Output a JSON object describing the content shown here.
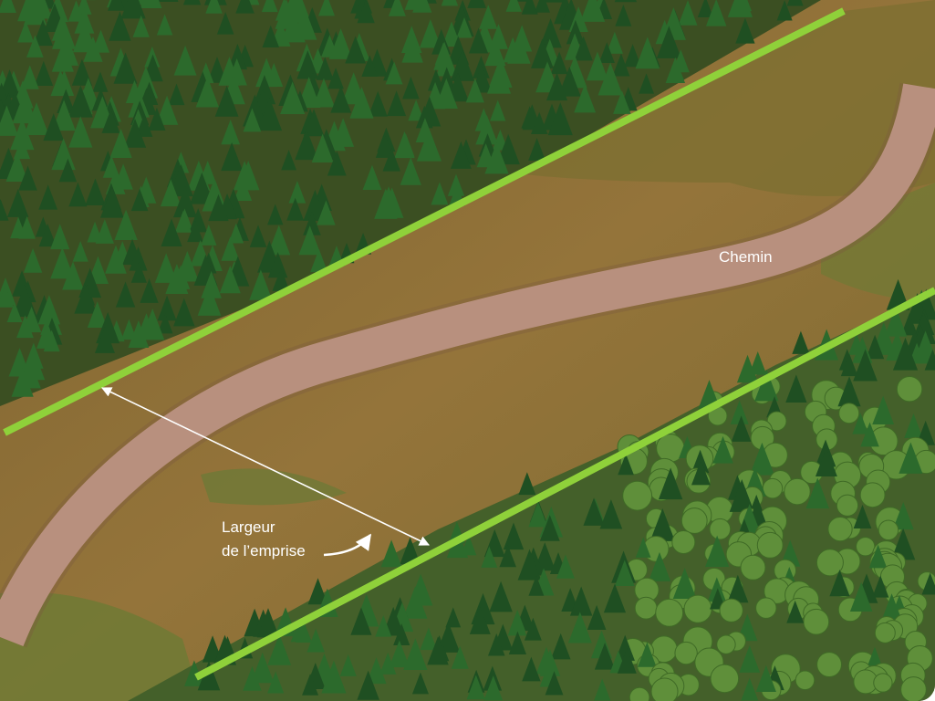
{
  "labels": {
    "path": "Chemin",
    "width_line1": "Largeur",
    "width_line2": "de l’emprise"
  },
  "colors": {
    "ground": "#8a6a34",
    "path": "#b8907e",
    "boundary": "#8fd13a",
    "conifer": "#1f4f22",
    "deciduous": "#5f8f3a",
    "grass": "#6f7a35"
  }
}
